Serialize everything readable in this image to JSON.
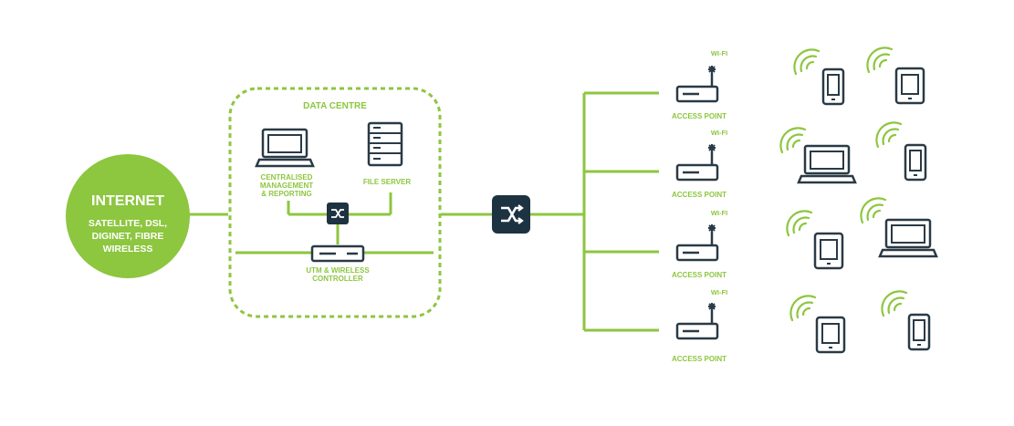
{
  "internet": {
    "title": "INTERNET",
    "line1": "SATELLITE, DSL,",
    "line2": "DIGINET, FIBRE",
    "line3": "WIRELESS"
  },
  "data_centre": {
    "title": "DATA CENTRE",
    "mgmt_line1": "CENTRALISED",
    "mgmt_line2": "MANAGEMENT",
    "mgmt_line3": "& REPORTING",
    "file_server": "FILE SERVER",
    "utm_line1": "UTM & WIRELESS",
    "utm_line2": "CONTROLLER"
  },
  "access_points": [
    {
      "wifi": "WI-FI",
      "label": "ACCESS POINT"
    },
    {
      "wifi": "WI-FI",
      "label": "ACCESS POINT"
    },
    {
      "wifi": "WI-FI",
      "label": "ACCESS POINT"
    },
    {
      "wifi": "WI-FI",
      "label": "ACCESS POINT"
    }
  ],
  "colors": {
    "accent": "#8dc63f",
    "dark": "#1d3342",
    "outline": "#2a3a46"
  },
  "icons": [
    "laptop-icon",
    "file-server-icon",
    "switch-icon",
    "router-icon",
    "access-point-icon",
    "phone-icon",
    "tablet-icon",
    "wifi-signal-icon"
  ]
}
